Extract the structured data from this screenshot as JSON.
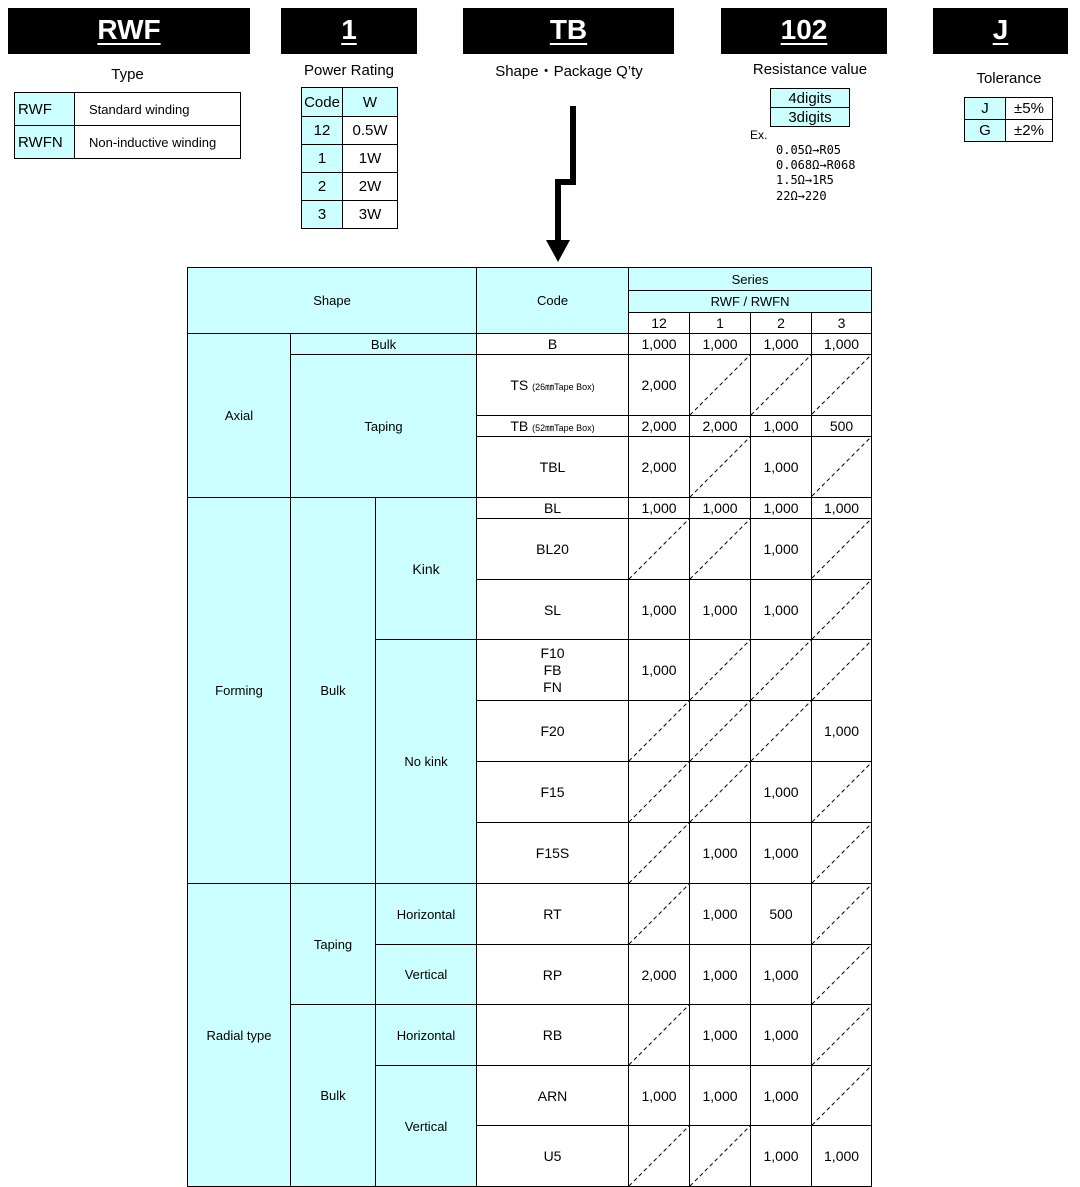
{
  "header": {
    "boxes": [
      {
        "label": "RWF"
      },
      {
        "label": "1"
      },
      {
        "label": "TB"
      },
      {
        "label": "102"
      },
      {
        "label": "J"
      }
    ]
  },
  "type_section": {
    "title": "Type",
    "rows": [
      {
        "code": "RWF",
        "desc": "Standard winding"
      },
      {
        "code": "RWFN",
        "desc": "Non-inductive winding"
      }
    ]
  },
  "power_section": {
    "title": "Power Rating",
    "head_code": "Code",
    "head_w": "W",
    "rows": [
      {
        "code": "12",
        "w": "0.5W"
      },
      {
        "code": "1",
        "w": "1W"
      },
      {
        "code": "2",
        "w": "2W"
      },
      {
        "code": "3",
        "w": "3W"
      }
    ]
  },
  "shape_section": {
    "title": "Shape・Package Q’ty"
  },
  "resistance_section": {
    "title": "Resistance value",
    "digits": [
      "4digits",
      "3digits"
    ],
    "ex_label": "Ex.",
    "examples": [
      "0.05Ω→R05",
      "0.068Ω→R068",
      "1.5Ω→1R5",
      "22Ω→220"
    ]
  },
  "tolerance_section": {
    "title": "Tolerance",
    "rows": [
      {
        "code": "J",
        "value": "±5%"
      },
      {
        "code": "G",
        "value": "±2%"
      }
    ]
  },
  "main_table": {
    "h_shape": "Shape",
    "h_code": "Code",
    "h_series": "Series",
    "h_rwf": "RWF / RWFN",
    "cols": [
      "12",
      "1",
      "2",
      "3"
    ],
    "g_axial": "Axial",
    "g_forming": "Forming",
    "g_radial": "Radial type",
    "bulk": "Bulk",
    "taping": "Taping",
    "kink": "Kink",
    "nokink": "No kink",
    "horizontal": "Horizontal",
    "vertical": "Vertical",
    "codes": {
      "B": "B",
      "TS": "TS",
      "TS_note": "(26㎜Tape Box)",
      "TB": "TB",
      "TB_note": "(52㎜Tape Box)",
      "TBL": "TBL",
      "BL": "BL",
      "BL20": "BL20",
      "SL": "SL",
      "F10": "F10",
      "FB": "FB",
      "FN": "FN",
      "F20": "F20",
      "F15": "F15",
      "F15S": "F15S",
      "RT": "RT",
      "RP": "RP",
      "RB": "RB",
      "ARN": "ARN",
      "U5": "U5"
    },
    "values": {
      "B": [
        "1,000",
        "1,000",
        "1,000",
        "1,000"
      ],
      "TS": [
        "2,000",
        null,
        null,
        null
      ],
      "TB": [
        "2,000",
        "2,000",
        "1,000",
        "500"
      ],
      "TBL": [
        "2,000",
        null,
        "1,000",
        null
      ],
      "BL": [
        "1,000",
        "1,000",
        "1,000",
        "1,000"
      ],
      "BL20": [
        null,
        null,
        "1,000",
        null
      ],
      "SL": [
        "1,000",
        "1,000",
        "1,000",
        null
      ],
      "F10": [
        "1,000",
        null,
        null,
        null
      ],
      "F20": [
        null,
        null,
        null,
        "1,000"
      ],
      "F15": [
        null,
        null,
        "1,000",
        null
      ],
      "F15S": [
        null,
        "1,000",
        "1,000",
        null
      ],
      "RT": [
        null,
        "1,000",
        "500",
        null
      ],
      "RP": [
        "2,000",
        "1,000",
        "1,000",
        null
      ],
      "RB": [
        null,
        "1,000",
        "1,000",
        null
      ],
      "ARN": [
        "1,000",
        "1,000",
        "1,000",
        null
      ],
      "U5": [
        null,
        null,
        "1,000",
        "1,000"
      ]
    }
  }
}
